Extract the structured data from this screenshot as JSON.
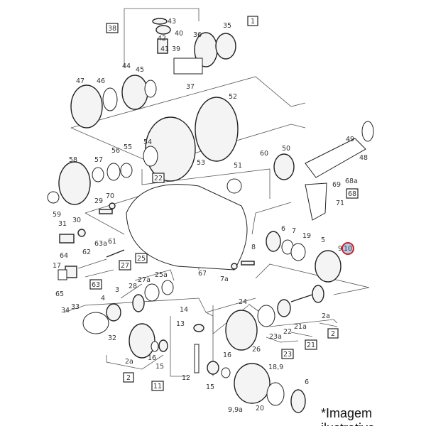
{
  "diagram": {
    "caption": "*Imagem ilustrativa",
    "highlight_color": "#d0202a",
    "labels": [
      "43",
      "42",
      "40",
      "41",
      "39",
      "36",
      "35",
      "47",
      "46",
      "44",
      "45",
      "37",
      "52",
      "49",
      "50",
      "48",
      "58",
      "57",
      "56",
      "55",
      "54",
      "53",
      "51",
      "60",
      "69",
      "68a",
      "71",
      "59",
      "29",
      "70",
      "30",
      "31",
      "63a",
      "61",
      "62",
      "64",
      "17",
      "65",
      "27a",
      "25a",
      "28",
      "3",
      "4",
      "34",
      "33",
      "32",
      "67",
      "7a",
      "8",
      "6",
      "7",
      "19",
      "5",
      "9",
      "14",
      "13",
      "24",
      "2a",
      "22",
      "21a",
      "23a",
      "26",
      "2a",
      "16",
      "15",
      "16",
      "18,9",
      "12",
      "15",
      "6",
      "20",
      "9,9a"
    ],
    "highlighted_label": "10",
    "boxed_labels": [
      "38",
      "1",
      "22",
      "68",
      "63",
      "27",
      "25",
      "2",
      "21",
      "23",
      "2",
      "11"
    ]
  }
}
